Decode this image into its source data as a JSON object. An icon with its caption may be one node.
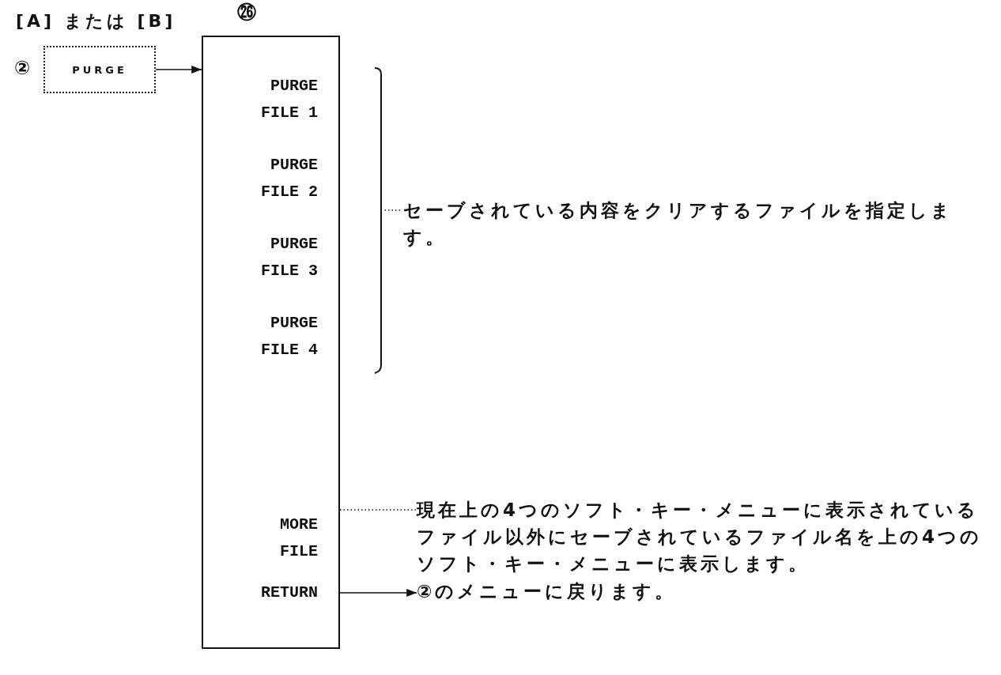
{
  "diagram": {
    "nodes": [
      {
        "text": [
          "PURGE"
        ],
        "beside": [
          "[A] または [B]",
          "②"
        ]
      },
      {
        "text": [],
        "shape": "box",
        "beside": [
          "㉖"
        ]
      },
      {
        "text": [
          "PURGE FILE 1"
        ],
        "in": 1
      },
      {
        "text": [
          "PURGE FILE 2"
        ],
        "in": 1
      },
      {
        "text": [
          "PURGE FILE 3"
        ],
        "in": 1
      },
      {
        "text": [
          "PURGE FILE 4"
        ],
        "in": 1
      },
      {
        "text": [
          "MORE FILE"
        ],
        "in": 1
      },
      {
        "text": [
          "RETURN"
        ],
        "in": 1
      },
      {
        "text": [
          "セーブされている内容をクリアするファイルを指定します。"
        ]
      },
      {
        "text": [
          "現在上の4つのソフト・キー・メニューに表示されているファイル以外にセーブされているファイル名を上の4つのソフト・キー・メニューに表示します。"
        ]
      },
      {
        "text": [
          "②のメニューに戻ります。"
        ]
      }
    ],
    "edges": [
      {
        "from": 0,
        "to": 1,
        "arrow": "to"
      },
      {
        "from": 8,
        "to": null,
        "arrow": "none",
        "style": "dashed"
      },
      {
        "from": 6,
        "to": 9,
        "arrow": "none",
        "style": "dashed"
      },
      {
        "from": 7,
        "to": 10,
        "arrow": "to"
      }
    ]
  }
}
